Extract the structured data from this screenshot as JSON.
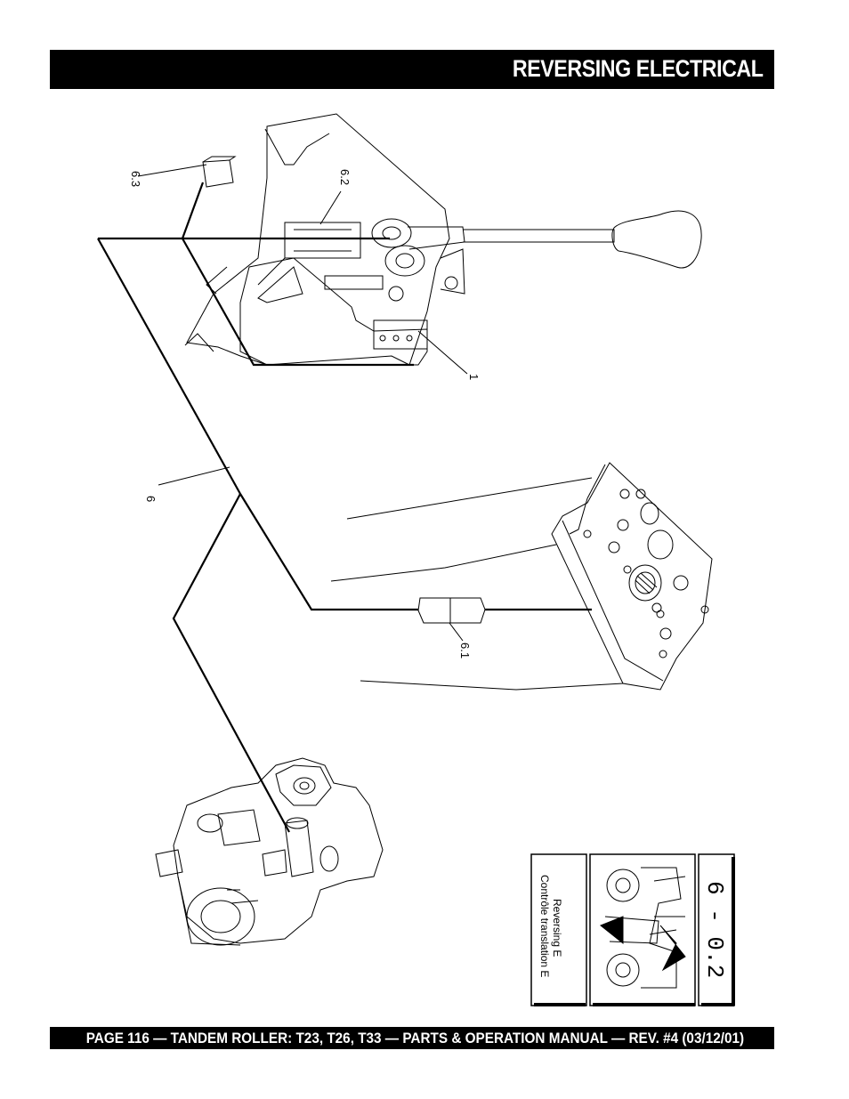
{
  "header": {
    "title": "REVERSING ELECTRICAL"
  },
  "footer": {
    "text": "PAGE 116 — TANDEM ROLLER: T23, T26, T33 — PARTS & OPERATION MANUAL — REV. #4 (03/12/01)"
  },
  "callouts": {
    "c1": "1",
    "c6": "6",
    "c61": "6.1",
    "c62": "6.2",
    "c63": "6.3"
  },
  "legend": {
    "line1": "Reversing E",
    "line2": "Contrôle translation E",
    "code": "6 - 0.2"
  }
}
